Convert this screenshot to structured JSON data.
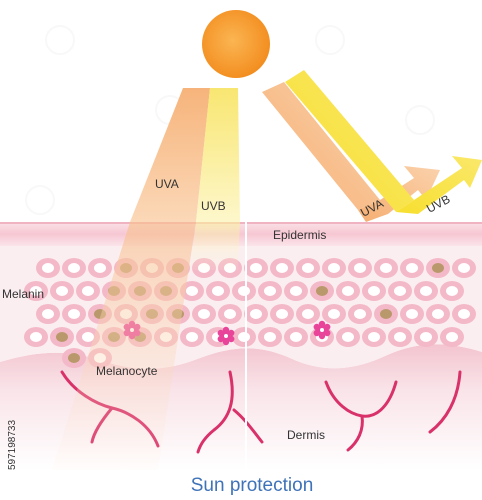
{
  "title": "Sun protection",
  "labels": {
    "uva_left": "UVA",
    "uvb_left": "UVB",
    "uva_right": "UVA",
    "uvb_right": "UVB",
    "epidermis": "Epidermis",
    "melanin": "Melanin",
    "melanocyte": "Melanocyte",
    "dermis": "Dermis"
  },
  "stock_id": "597198733",
  "colors": {
    "sun": "#f7a130",
    "uva": "#f5b880",
    "uvb": "#f9ef5a",
    "skin_cell": "#f4b9c8",
    "melanin": "#b9996b",
    "melanocyte": "#e8459a",
    "dermis": "#f6cdd6",
    "vessel": "#d9316a",
    "title": "#3f73b8"
  }
}
